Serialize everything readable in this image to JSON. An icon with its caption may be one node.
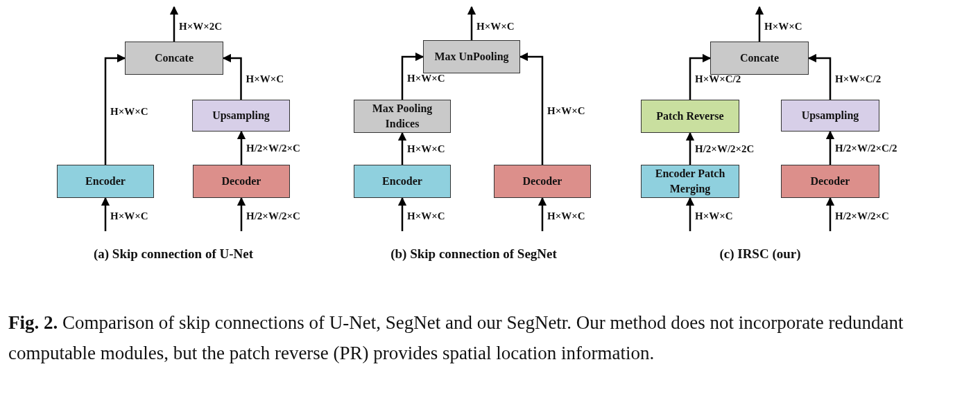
{
  "diagram": {
    "caption": "**Fig. 2.** Comparison of skip connections of U-Net, SegNet and our SegNetr. Our method does not incorporate redundant computable modules, but the patch reverse (PR) provides spatial location information.",
    "nodes": [
      {
        "text": [
          "Concate"
        ]
      },
      {
        "text": [
          "Upsampling"
        ]
      },
      {
        "text": [
          "Encoder"
        ]
      },
      {
        "text": [
          "Decoder"
        ]
      },
      {
        "text": [
          "Max UnPooling"
        ]
      },
      {
        "text": [
          "Max Pooling Indices"
        ]
      },
      {
        "text": [
          "Encoder"
        ]
      },
      {
        "text": [
          "Decoder"
        ]
      },
      {
        "text": [
          "Concate"
        ]
      },
      {
        "text": [
          "Patch Reverse"
        ]
      },
      {
        "text": [
          "Upsampling"
        ]
      },
      {
        "text": [
          "Encoder Patch Merging"
        ]
      },
      {
        "text": [
          "Decoder"
        ]
      }
    ],
    "edges": [
      {
        "from": 0,
        "to": null,
        "arrow": "to",
        "label": "H×W×2C"
      },
      {
        "from": 2,
        "to": 0,
        "arrow": "to",
        "label": "H×W×C"
      },
      {
        "from": 1,
        "to": 0,
        "arrow": "to",
        "label": "H×W×C"
      },
      {
        "from": 3,
        "to": 1,
        "arrow": "to",
        "label": "H/2×W/2×C"
      },
      {
        "from": null,
        "to": 2,
        "arrow": "to",
        "label": "H×W×C"
      },
      {
        "from": null,
        "to": 3,
        "arrow": "to",
        "label": "H/2×W/2×C"
      },
      {
        "from": 4,
        "to": null,
        "arrow": "to",
        "label": "H×W×C"
      },
      {
        "from": 5,
        "to": 4,
        "arrow": "to",
        "label": "H×W×C"
      },
      {
        "from": 6,
        "to": 5,
        "arrow": "to",
        "label": "H×W×C"
      },
      {
        "from": 7,
        "to": 4,
        "arrow": "to",
        "label": "H×W×C"
      },
      {
        "from": null,
        "to": 6,
        "arrow": "to",
        "label": "H×W×C"
      },
      {
        "from": null,
        "to": 7,
        "arrow": "to",
        "label": "H×W×C"
      },
      {
        "from": 8,
        "to": null,
        "arrow": "to",
        "label": "H×W×C"
      },
      {
        "from": 9,
        "to": 8,
        "arrow": "to",
        "label": "H×W×C/2"
      },
      {
        "from": 10,
        "to": 8,
        "arrow": "to",
        "label": "H×W×C/2"
      },
      {
        "from": 11,
        "to": 9,
        "arrow": "to",
        "label": "H/2×W/2×2C"
      },
      {
        "from": 12,
        "to": 10,
        "arrow": "to",
        "label": "H/2×W/2×C/2"
      },
      {
        "from": null,
        "to": 11,
        "arrow": "to",
        "label": "H×W×C"
      },
      {
        "from": null,
        "to": 12,
        "arrow": "to",
        "label": "H/2×W/2×C"
      }
    ],
    "labels": [
      "(a) Skip connection of U-Net",
      "(b) Skip connection of SegNet",
      "(c) IRSC (our)"
    ]
  }
}
